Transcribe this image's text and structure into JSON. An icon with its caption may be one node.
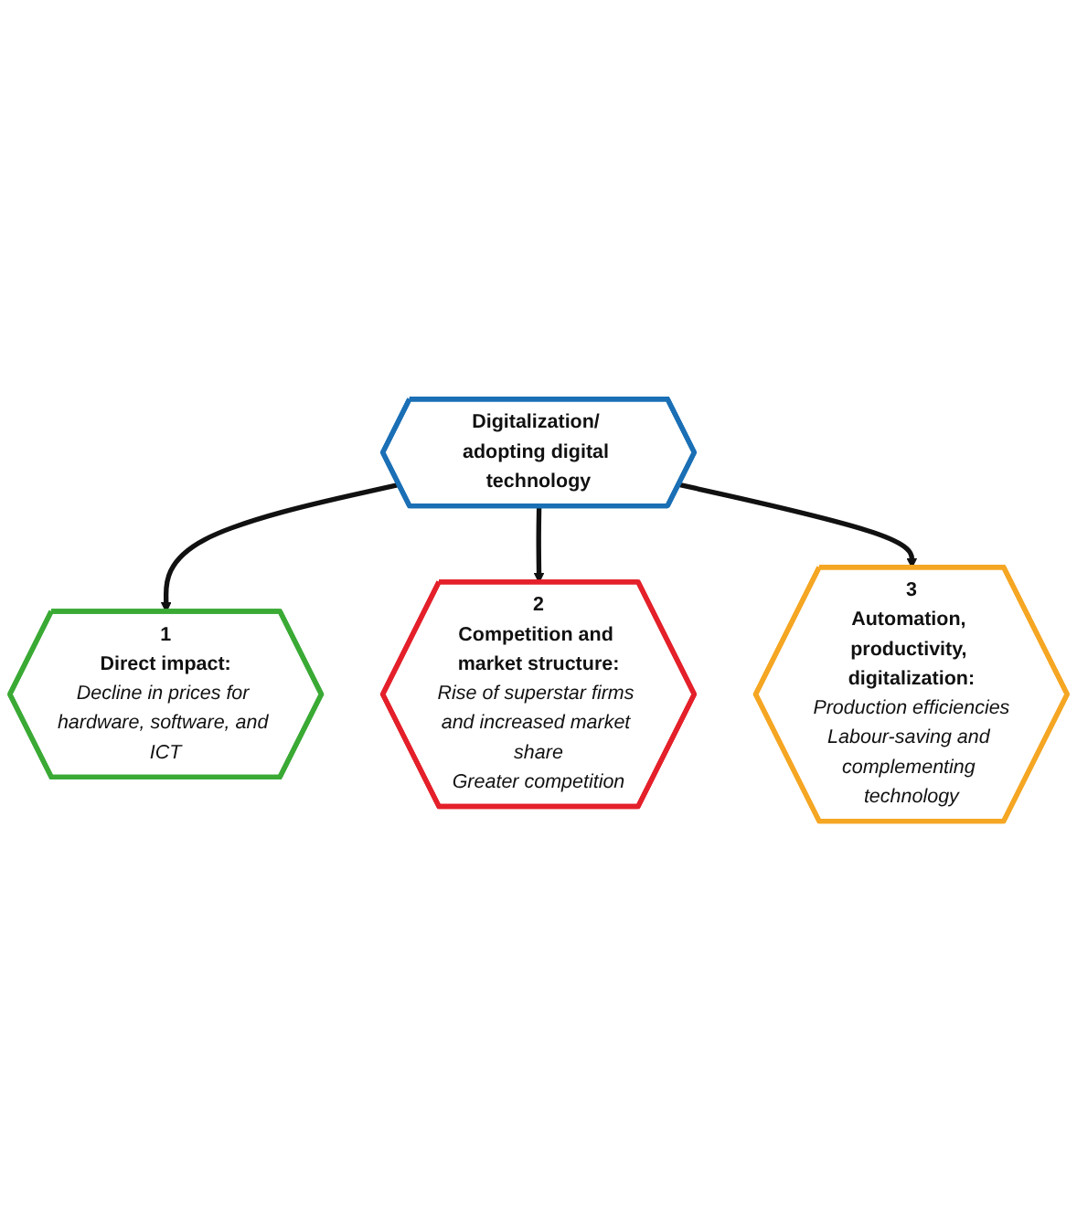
{
  "diagram": {
    "nodes": [
      {
        "text": [
          "1",
          "Direct impact:",
          "Decline in prices for hardware, software, and ICT"
        ]
      },
      {
        "text": [
          "Digitalization/ adopting digital technology"
        ]
      },
      {
        "text": [
          "2",
          "Competition and market structure:",
          "Rise of superstar firms and increased market share",
          "Greater competition"
        ]
      },
      {
        "text": [
          "3",
          "Automation, productivity, digitalization:",
          "Production efficiencies",
          "Labour-saving and complementing technology"
        ]
      }
    ],
    "edges": [
      {
        "from": 1,
        "to": 0,
        "arrow": "to"
      },
      {
        "from": 1,
        "to": 2,
        "arrow": "to"
      },
      {
        "from": 1,
        "to": 3,
        "arrow": "to"
      }
    ]
  }
}
